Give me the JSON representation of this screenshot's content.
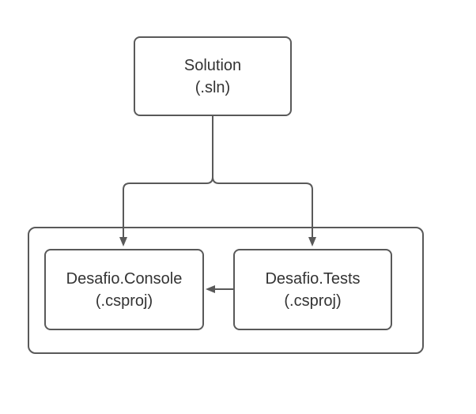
{
  "colors": {
    "background": "#ffffff",
    "stroke": "#595959",
    "text": "#333333"
  },
  "nodes": {
    "solution": {
      "line1": "Solution",
      "line2": "(.sln)"
    },
    "console": {
      "line1": "Desafio.Console",
      "line2": "(.csproj)"
    },
    "tests": {
      "line1": "Desafio.Tests",
      "line2": "(.csproj)"
    }
  },
  "edges": [
    {
      "from": "solution",
      "to": "console",
      "type": "arrow-down"
    },
    {
      "from": "solution",
      "to": "tests",
      "type": "arrow-down"
    },
    {
      "from": "tests",
      "to": "console",
      "type": "arrow-left"
    }
  ]
}
